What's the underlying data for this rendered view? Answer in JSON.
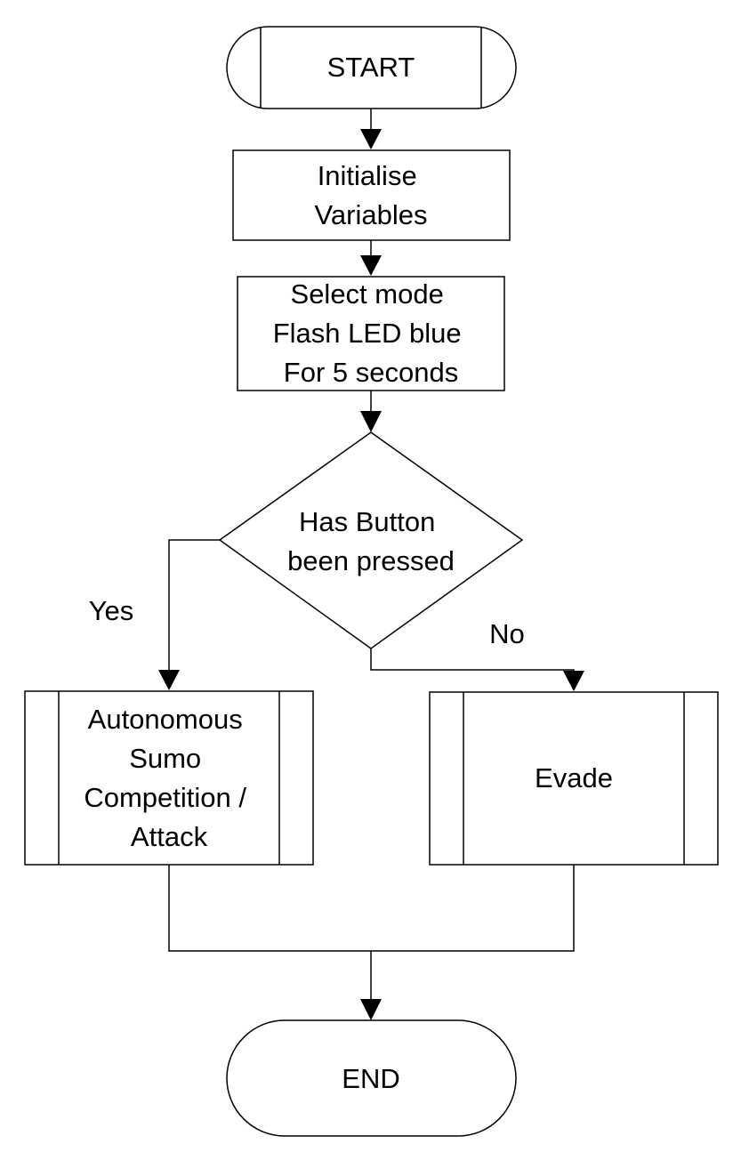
{
  "flowchart": {
    "start": {
      "label": "START"
    },
    "initialise": {
      "lines": [
        "Initialise",
        "Variables"
      ]
    },
    "select_mode": {
      "lines": [
        "Select mode",
        "Flash LED blue",
        "For 5 seconds"
      ]
    },
    "decision": {
      "lines": [
        "Has Button",
        "been pressed"
      ]
    },
    "branch_yes": {
      "label": "Yes"
    },
    "branch_no": {
      "label": "No"
    },
    "attack": {
      "lines": [
        "Autonomous",
        "Sumo",
        "Competition /",
        "Attack"
      ]
    },
    "evade": {
      "label": "Evade"
    },
    "end": {
      "label": "END"
    }
  }
}
